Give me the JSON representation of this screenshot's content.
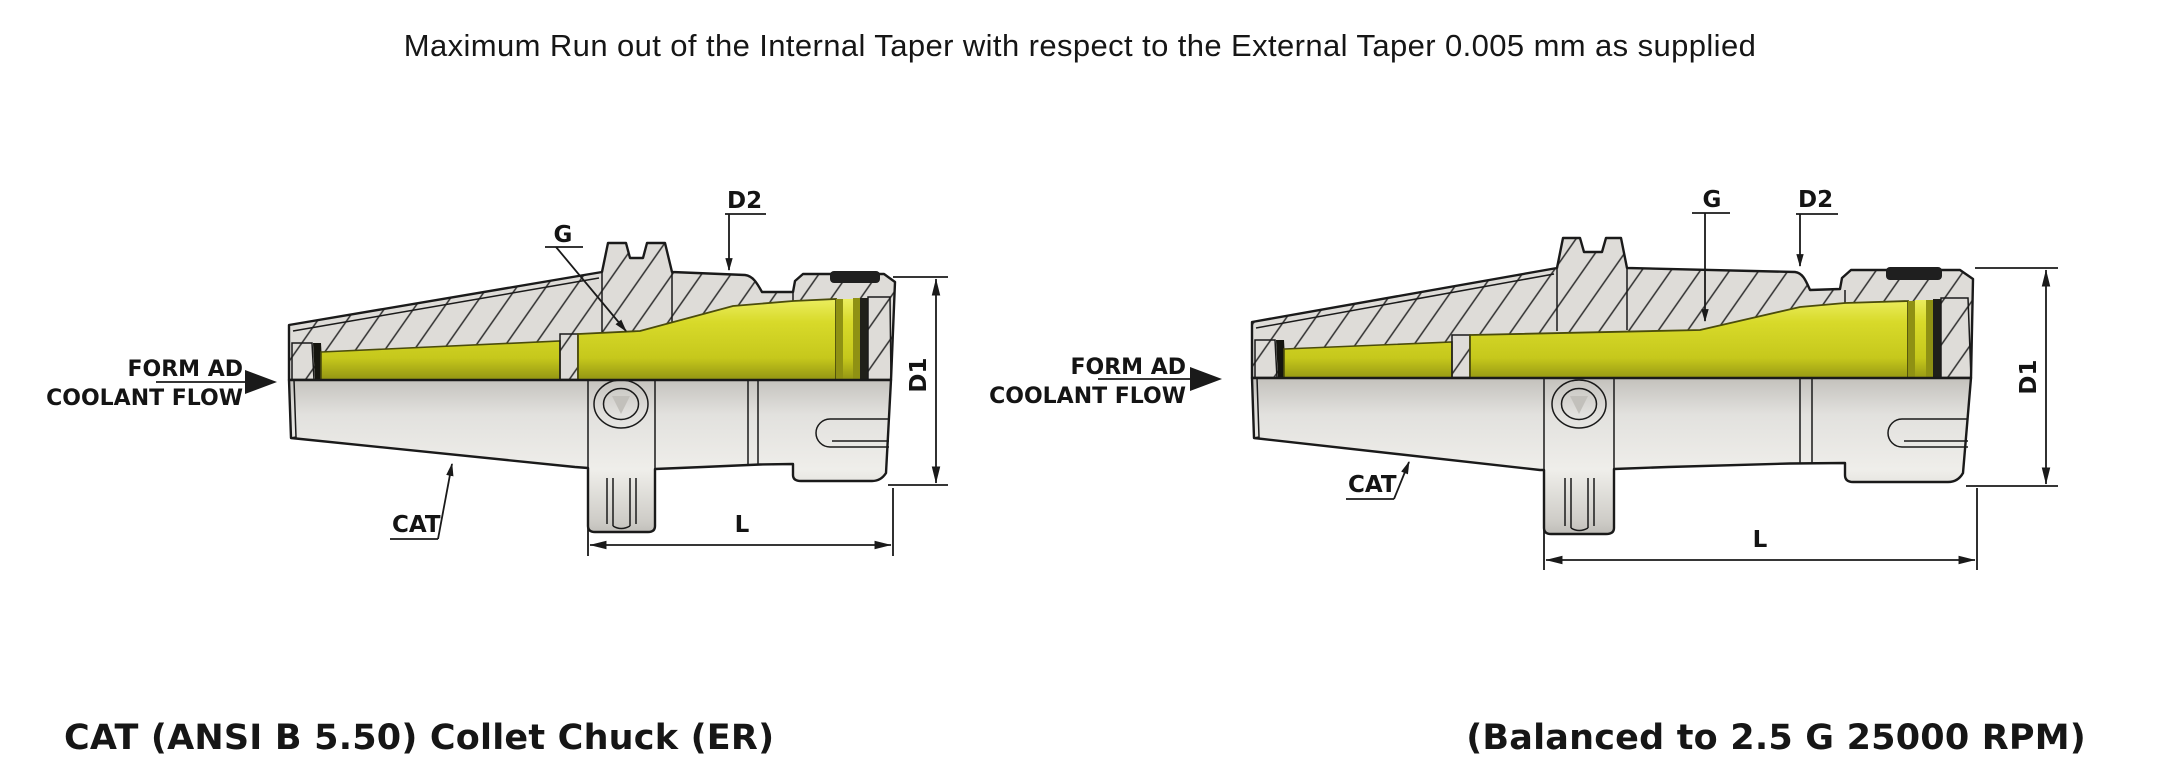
{
  "title": "Maximum Run out of the Internal Taper with respect to the External Taper 0.005 mm as supplied",
  "captions": {
    "left": "CAT (ANSI B 5.50) Collet Chuck (ER)",
    "right": "(Balanced to 2.5 G 25000 RPM)"
  },
  "diagrams": {
    "left": {
      "labels": {
        "form1": "FORM AD",
        "form2": "COOLANT FLOW",
        "thread": "G",
        "d2": "D2",
        "d1": "D1",
        "length": "L",
        "taper": "CAT"
      }
    },
    "right": {
      "labels": {
        "form1": "FORM AD",
        "form2": "COOLANT FLOW",
        "thread": "G",
        "d2": "D2",
        "d1": "D1",
        "length": "L",
        "taper": "CAT"
      }
    }
  },
  "colors": {
    "background": "#ffffff",
    "outline": "#1a1a1a",
    "collet_yellow": "#d2d41f",
    "collet_olive": "#8f9113",
    "body_gray": "#d6d4d0",
    "hatch_bg": "#dedcd8",
    "slot_black": "#20201a",
    "text": "#141414"
  }
}
